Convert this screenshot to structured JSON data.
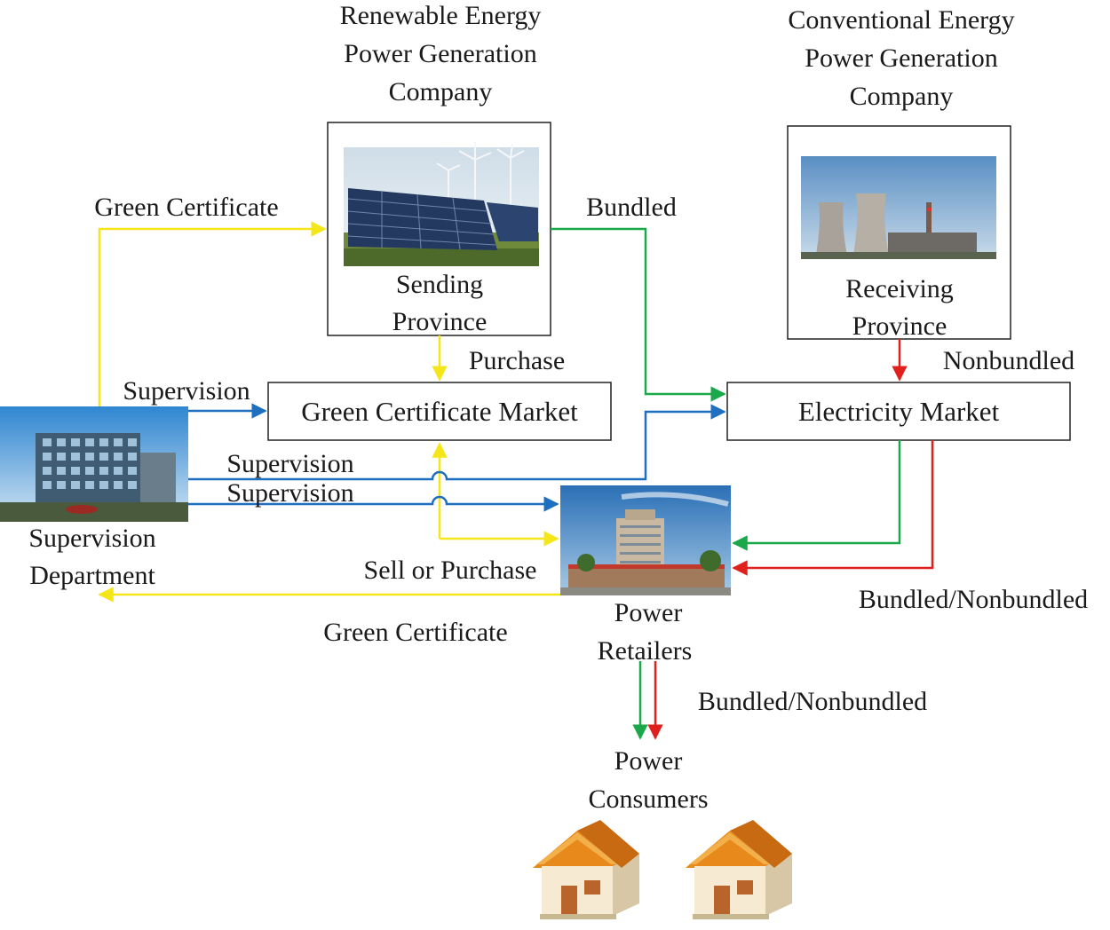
{
  "renewable_company": {
    "title": [
      "Renewable Energy",
      "Power Generation",
      "Company"
    ],
    "caption": [
      "Sending",
      "Province"
    ],
    "image": "solar-panels-and-wind-turbines"
  },
  "conventional_company": {
    "title": [
      "Conventional Energy",
      "Power Generation",
      "Company"
    ],
    "caption": [
      "Receiving",
      "Province"
    ],
    "image": "cooling-towers-power-plant"
  },
  "green_certificate_market": "Green Certificate Market",
  "electricity_market": "Electricity Market",
  "supervision_department": {
    "caption": [
      "Supervision",
      "Department"
    ],
    "image": "office-building"
  },
  "power_retailers": {
    "caption": [
      "Power",
      "Retailers"
    ],
    "image": "retail-building"
  },
  "power_consumers": {
    "caption": [
      "Power",
      "Consumers"
    ],
    "image": "houses"
  },
  "edges": {
    "green_certificate_top": "Green Certificate",
    "bundled": "Bundled",
    "purchase": "Purchase",
    "nonbundled": "Nonbundled",
    "supervision_1": "Supervision",
    "supervision_2": "Supervision",
    "supervision_3": "Supervision",
    "sell_or_purchase": "Sell or Purchase",
    "green_certificate_bottom": "Green Certificate",
    "bundled_nonbundled_right": "Bundled/Nonbundled",
    "bundled_nonbundled_bottom": "Bundled/Nonbundled"
  },
  "colors": {
    "green_certificate_flow": "#f5e61a",
    "bundled_flow": "#1aa84a",
    "nonbundled_flow": "#e0201c",
    "supervision_flow": "#1f6fc0"
  }
}
